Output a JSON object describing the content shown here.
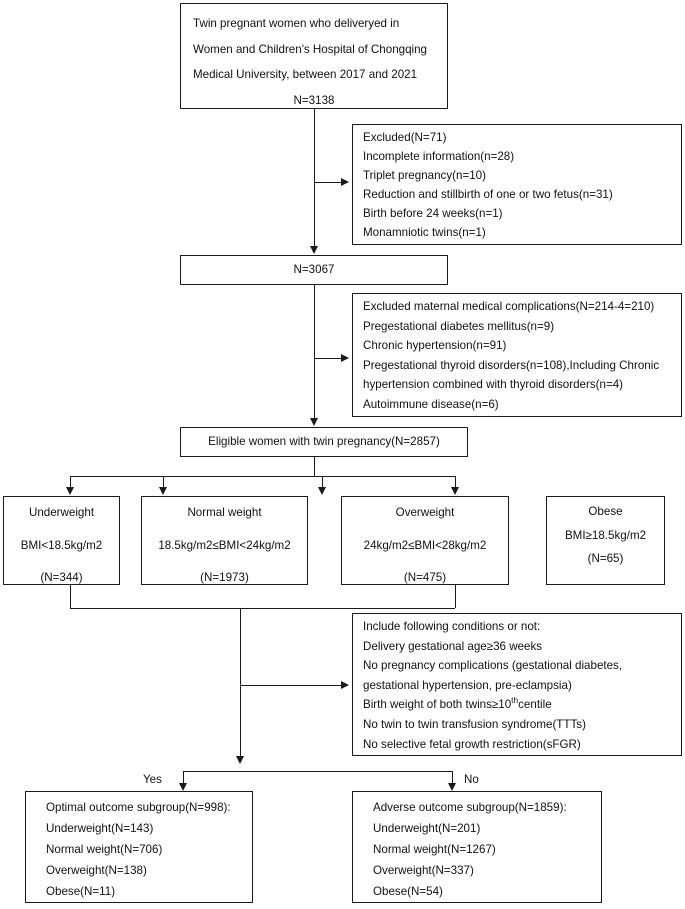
{
  "diagram": {
    "type": "flowchart",
    "title": "Study population flow diagram of twin pregnancies by pre-pregnancy BMI",
    "nodes": {
      "source_cohort": {
        "lines": [
          "Twin pregnant women who deliveryed in",
          "Women and Children's Hospital of Chongqing",
          "Medical University, between 2017 and 2021",
          "N=3138"
        ]
      },
      "excluded_first": {
        "lines": [
          "Excluded(N=71)",
          "Incomplete information(n=28)",
          "Triplet pregnancy(n=10)",
          "Reduction and stillbirth of one or two fetus(n=31)",
          "Birth before 24 weeks(n=1)",
          "Monamniotic twins(n=1)"
        ]
      },
      "after_first_exclusion": {
        "lines": [
          "N=3067"
        ]
      },
      "excluded_second": {
        "lines": [
          "Excluded maternal medical complications(N=214-4=210)",
          "Pregestational diabetes mellitus(n=9)",
          "Chronic hypertension(n=91)",
          "Pregestational thyroid disorders(n=108),Including Chronic",
          "hypertension combined with thyroid disorders(n=4)",
          "Autoimmune disease(n=6)"
        ]
      },
      "eligible": {
        "lines": [
          "Eligible women with twin pregnancy(N=2857)"
        ]
      },
      "bmi_groups": [
        {
          "name": "Underweight",
          "criterion": "BMI<18.5kg/m2",
          "count": "(N=344)"
        },
        {
          "name": "Normal weight",
          "criterion": "18.5kg/m2≤BMI<24kg/m2",
          "count": "(N=1973)"
        },
        {
          "name": "Overweight",
          "criterion": "24kg/m2≤BMI<28kg/m2",
          "count": "(N=475)"
        },
        {
          "name": "Obese",
          "criterion": "BMI≥18.5kg/m2",
          "count": "(N=65)"
        }
      ],
      "conditions": {
        "lines": [
          "Include following conditions or not:",
          "Delivery gestational age≥36 weeks",
          "No pregnancy complications (gestational diabetes,",
          "gestational hypertension, pre-eclampsia)",
          "Birth weight of both twins≥10thcentile",
          "No twin to twin transfusion syndrome(TTTs)",
          "No selective fetal growth restriction(sFGR)"
        ],
        "superscript_line_index": 4,
        "superscript_line_parts": {
          "before": "Birth weight of both twins≥10",
          "sup": "th",
          "after": "centile"
        }
      },
      "optimal_outcome": {
        "lines": [
          "Optimal outcome subgroup(N=998):",
          "Underweight(N=143)",
          "Normal weight(N=706)",
          "Overweight(N=138)",
          "Obese(N=11)"
        ]
      },
      "adverse_outcome": {
        "lines": [
          "Adverse outcome subgroup(N=1859):",
          "Underweight(N=201)",
          "Normal weight(N=1267)",
          "Overweight(N=337)",
          "Obese(N=54)"
        ]
      }
    },
    "edge_labels": {
      "yes": "Yes",
      "no": "No"
    },
    "colors": {
      "stroke": "#1a1a1a",
      "background": "#ffffff",
      "text": "#111111"
    }
  }
}
